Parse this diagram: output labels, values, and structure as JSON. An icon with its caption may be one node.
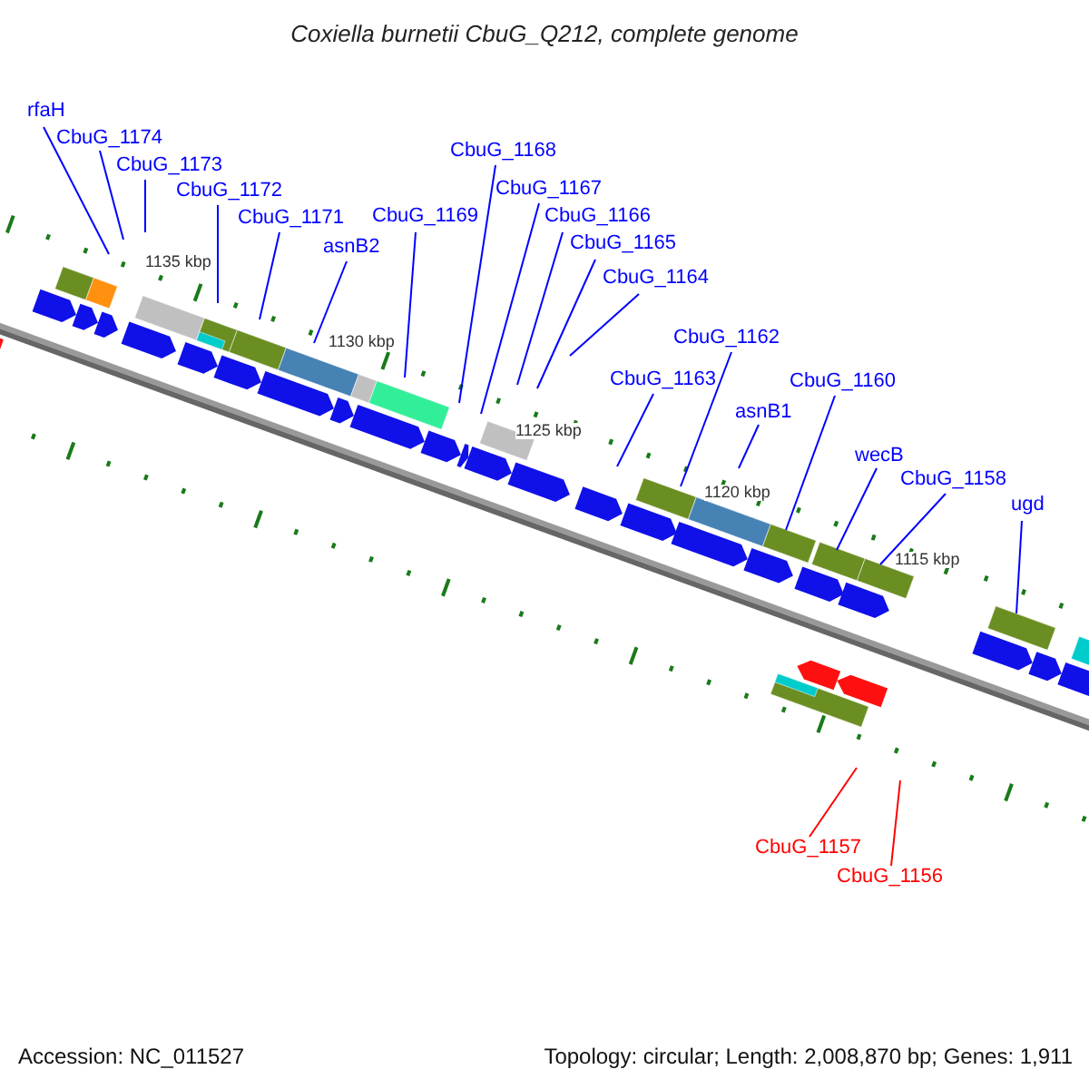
{
  "diagram": {
    "title": "Coxiella burnetii CbuG_Q212, complete genome",
    "nodes": [
      {
        "text": [
          "rfaH"
        ]
      },
      {
        "text": [
          "CbuG_1174"
        ]
      },
      {
        "text": [
          "CbuG_1173"
        ]
      },
      {
        "text": [
          "CbuG_1172"
        ]
      },
      {
        "text": [
          "CbuG_1171"
        ]
      },
      {
        "text": [
          "asnB2"
        ]
      },
      {
        "text": [
          "CbuG_1169"
        ]
      },
      {
        "text": [
          "CbuG_1168"
        ]
      },
      {
        "text": [
          "CbuG_1167"
        ]
      },
      {
        "text": [
          "CbuG_1166"
        ]
      },
      {
        "text": [
          "CbuG_1165"
        ]
      },
      {
        "text": [
          "CbuG_1164"
        ]
      },
      {
        "text": [
          "CbuG_1163"
        ]
      },
      {
        "text": [
          "CbuG_1162"
        ]
      },
      {
        "text": [
          "asnB1"
        ]
      },
      {
        "text": [
          "CbuG_1160"
        ]
      },
      {
        "text": [
          "wecB"
        ]
      },
      {
        "text": [
          "CbuG_1158"
        ]
      },
      {
        "text": [
          "ugd"
        ]
      },
      {
        "text": [
          "CbuG_1157"
        ]
      },
      {
        "text": [
          "CbuG_1156"
        ]
      }
    ],
    "edges": [
      {
        "from": 0,
        "to": null,
        "arrow": "none"
      },
      {
        "from": 1,
        "to": null,
        "arrow": "none"
      },
      {
        "from": 2,
        "to": null,
        "arrow": "none"
      },
      {
        "from": 3,
        "to": null,
        "arrow": "none"
      },
      {
        "from": 4,
        "to": null,
        "arrow": "none"
      },
      {
        "from": 5,
        "to": null,
        "arrow": "none"
      },
      {
        "from": 6,
        "to": null,
        "arrow": "none"
      },
      {
        "from": 7,
        "to": null,
        "arrow": "none"
      },
      {
        "from": 8,
        "to": null,
        "arrow": "none"
      },
      {
        "from": 9,
        "to": null,
        "arrow": "none"
      },
      {
        "from": 10,
        "to": null,
        "arrow": "none"
      },
      {
        "from": 11,
        "to": null,
        "arrow": "none"
      },
      {
        "from": 12,
        "to": null,
        "arrow": "none"
      },
      {
        "from": 13,
        "to": null,
        "arrow": "none"
      },
      {
        "from": 14,
        "to": null,
        "arrow": "none"
      },
      {
        "from": 15,
        "to": null,
        "arrow": "none"
      },
      {
        "from": 16,
        "to": null,
        "arrow": "none"
      },
      {
        "from": 17,
        "to": null,
        "arrow": "none"
      },
      {
        "from": 18,
        "to": null,
        "arrow": "none"
      },
      {
        "from": 19,
        "to": null,
        "arrow": "none",
        "color": "#ff0000"
      },
      {
        "from": 20,
        "to": null,
        "arrow": "none",
        "color": "#ff0000"
      }
    ],
    "labels": [
      "1135 kbp",
      "1130 kbp",
      "1125 kbp",
      "1120 kbp",
      "1115 kbp",
      "Accession: NC_011527",
      "Topology: circular; Length: 2,008,870 bp; Genes: 1,911"
    ]
  }
}
